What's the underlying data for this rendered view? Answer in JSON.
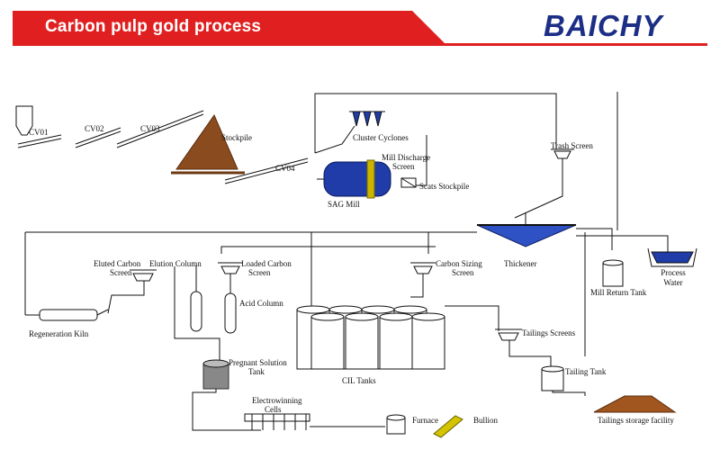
{
  "header": {
    "title": "Carbon pulp gold process",
    "brand": "BAICHY",
    "accent_color": "#e02020",
    "brand_color": "#1c2f86"
  },
  "labels": {
    "cv01": "CV01",
    "cv02": "CV02",
    "cv03": "CV03",
    "cv04": "CV04",
    "stockpile": "Stockpile",
    "cluster_cyclones": "Cluster Cyclones",
    "trash_screen": "Trash Screen",
    "mill_discharge_screen_1": "Mill Discharge",
    "mill_discharge_screen_2": "Screen",
    "scats_stockpile": "Scats Stockpile",
    "sag_mill": "SAG Mill",
    "thickener": "Thickener",
    "process_water_1": "Process",
    "process_water_2": "Water",
    "mill_return_tank": "Mill Return Tank",
    "eluted_carbon_screen_1": "Eluted Carbon",
    "eluted_carbon_screen_2": "Screen",
    "elution_column": "Elution Column",
    "loaded_carbon_screen_1": "Loaded Carbon",
    "loaded_carbon_screen_2": "Screen",
    "carbon_sizing_screen_1": "Carbon Sizing",
    "carbon_sizing_screen_2": "Screen",
    "acid_column": "Acid Column",
    "regeneration_kiln": "Regeneration Kiln",
    "cil_tanks": "CIL Tanks",
    "tailings_screens": "Tailings Screens",
    "pregnant_solution_tank_1": "Pregnant Solution",
    "pregnant_solution_tank_2": "Tank",
    "tailing_tank": "Tailing Tank",
    "electrowinning_cells_1": "Electrowinning",
    "electrowinning_cells_2": "Cells",
    "furnace": "Furnace",
    "bullion": "Bullion",
    "tailings_storage_facility": "Tailings storage facility"
  }
}
